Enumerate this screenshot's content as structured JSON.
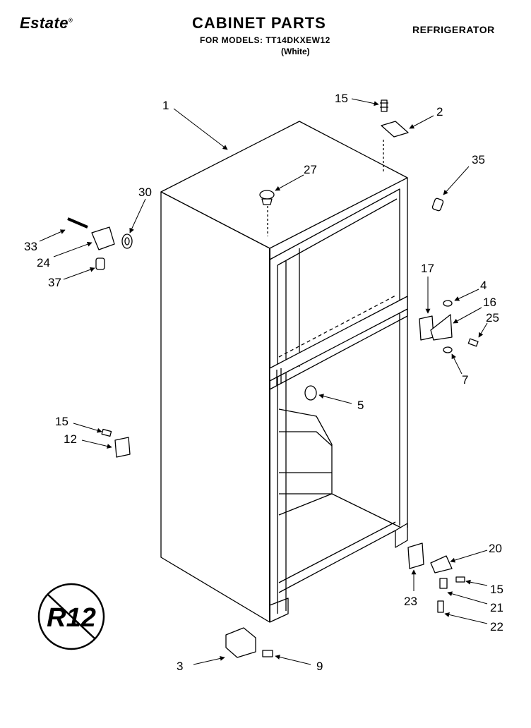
{
  "header": {
    "brand": "Estate",
    "brand_mark": "®",
    "title": "CABINET PARTS",
    "models_line": "FOR MODELS: TT14DKXEW12",
    "color_line": "(White)",
    "category": "REFRIGERATOR"
  },
  "callouts": {
    "p1": "1",
    "p2": "2",
    "p3": "3",
    "p4": "4",
    "p5": "5",
    "p7": "7",
    "p9": "9",
    "p12": "12",
    "p15a": "15",
    "p15b": "15",
    "p15c": "15",
    "p16": "16",
    "p17": "17",
    "p20": "20",
    "p21": "21",
    "p22": "22",
    "p23": "23",
    "p24": "24",
    "p25": "25",
    "p27": "27",
    "p30": "30",
    "p33": "33",
    "p35": "35",
    "p37": "37"
  },
  "badge": {
    "text": "R12"
  }
}
